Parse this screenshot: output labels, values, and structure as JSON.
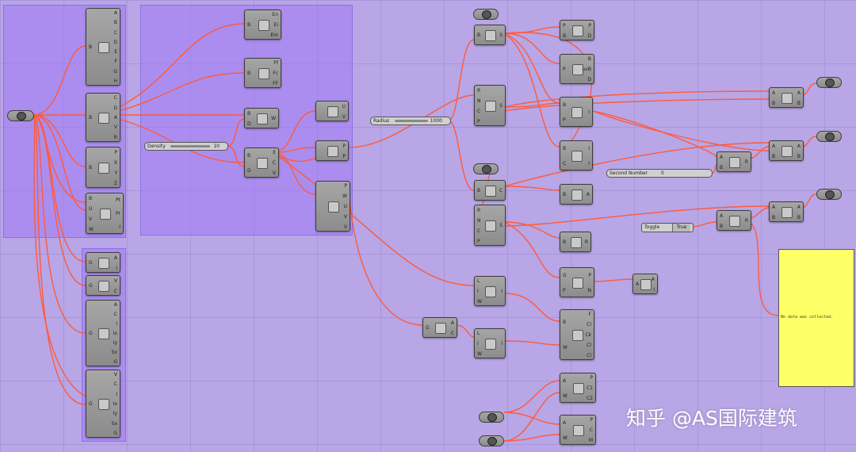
{
  "sliders": [
    {
      "id": "density",
      "label": "Density",
      "value": "10"
    },
    {
      "id": "radius",
      "label": "Radius",
      "value": "1000"
    },
    {
      "id": "second-number",
      "label": "Second Number",
      "value": "0"
    }
  ],
  "toggle": {
    "label": "Toggle",
    "value": "True"
  },
  "panel": {
    "text": "No data was collected."
  },
  "watermark": {
    "text": "知乎 @AS国际建筑"
  },
  "colors": {
    "canvas": "#b8a6e6",
    "group": "#a67ef5",
    "wire": "#ff5a3c",
    "panel": "#ffff66",
    "component": "#9a9a9a"
  },
  "components": [
    {
      "id": "c1",
      "inputs": [
        "B"
      ],
      "outputs": [
        "A",
        "B",
        "C",
        "D",
        "E",
        "F",
        "G",
        "H"
      ]
    },
    {
      "id": "c2",
      "inputs": [
        "B"
      ],
      "outputs": [
        "C",
        "D",
        "A",
        "V",
        "R"
      ]
    },
    {
      "id": "c3",
      "inputs": [
        "B"
      ],
      "outputs": [
        "P",
        "X",
        "Y",
        "Z"
      ]
    },
    {
      "id": "c4",
      "inputs": [
        "B",
        "U",
        "V",
        "W"
      ],
      "outputs": [
        "Pt",
        "Pr",
        "I"
      ]
    },
    {
      "id": "c5",
      "inputs": [
        "G"
      ],
      "outputs": [
        "A",
        "I"
      ]
    },
    {
      "id": "c6",
      "inputs": [
        "G"
      ],
      "outputs": [
        "V",
        "C"
      ]
    },
    {
      "id": "c7",
      "inputs": [
        "G"
      ],
      "outputs": [
        "A",
        "C",
        "I",
        "Ix",
        "Iy",
        "Sx",
        "G"
      ]
    },
    {
      "id": "c8",
      "inputs": [
        "G"
      ],
      "outputs": [
        "V",
        "C",
        "I",
        "Ix",
        "Iy",
        "Sx",
        "G"
      ]
    },
    {
      "id": "c9",
      "inputs": [
        "B"
      ],
      "outputs": [
        "En",
        "Ei",
        "Em"
      ]
    },
    {
      "id": "c10",
      "inputs": [
        "B"
      ],
      "outputs": [
        "Ff",
        "Fc",
        "FF"
      ]
    },
    {
      "id": "c11",
      "inputs": [
        "B",
        "D"
      ],
      "outputs": [
        "W"
      ]
    },
    {
      "id": "c12",
      "inputs": [
        "B",
        "D"
      ],
      "outputs": [
        "E",
        "C",
        "V"
      ]
    },
    {
      "id": "c13",
      "inputs": [],
      "outputs": [
        "U",
        "V"
      ]
    },
    {
      "id": "c14",
      "inputs": [
        "",
        ""
      ],
      "outputs": [
        "P",
        "P"
      ]
    },
    {
      "id": "c15",
      "inputs": [],
      "outputs": [
        "P",
        "W",
        "U",
        "V",
        "V"
      ]
    },
    {
      "id": "c16",
      "inputs": [
        "B"
      ],
      "outputs": [
        "S"
      ]
    },
    {
      "id": "c17",
      "inputs": [
        "R",
        "N",
        "C",
        "P"
      ],
      "outputs": [
        "S"
      ]
    },
    {
      "id": "c18",
      "inputs": [
        "B"
      ],
      "outputs": [
        "C"
      ]
    },
    {
      "id": "c19",
      "inputs": [
        "R",
        "N",
        "C",
        "P"
      ],
      "outputs": [
        "S"
      ]
    },
    {
      "id": "c20",
      "inputs": [
        "P",
        "B"
      ],
      "outputs": [
        "P",
        "D"
      ]
    },
    {
      "id": "c21",
      "inputs": [
        "P"
      ],
      "outputs": [
        "B",
        "uvB",
        "D"
      ]
    },
    {
      "id": "c22",
      "inputs": [
        "B",
        "P"
      ],
      "outputs": [
        "I"
      ]
    },
    {
      "id": "c23",
      "inputs": [
        "B",
        "C"
      ],
      "outputs": [
        "I",
        "I"
      ]
    },
    {
      "id": "c24",
      "inputs": [
        "B"
      ],
      "outputs": [
        "A"
      ]
    },
    {
      "id": "c25",
      "inputs": [
        "B"
      ],
      "outputs": [
        "R"
      ]
    },
    {
      "id": "c26",
      "inputs": [
        "G",
        "P"
      ],
      "outputs": [
        "P",
        "N"
      ]
    },
    {
      "id": "c27",
      "inputs": [
        "L",
        "I",
        "W"
      ],
      "outputs": [
        "I"
      ]
    },
    {
      "id": "c28",
      "inputs": [
        "G"
      ],
      "outputs": [
        "A",
        "C"
      ]
    },
    {
      "id": "c29",
      "inputs": [
        "L",
        "I",
        "W"
      ],
      "outputs": [
        "I"
      ]
    },
    {
      "id": "c30",
      "inputs": [
        "B",
        "W"
      ],
      "outputs": [
        "F",
        "Cl",
        "Ck",
        "Cl",
        "Cl"
      ]
    },
    {
      "id": "c31",
      "inputs": [
        "A",
        "B"
      ],
      "outputs": [
        "A",
        "B"
      ]
    },
    {
      "id": "c32",
      "inputs": [
        "A",
        "B"
      ],
      "outputs": [
        "R"
      ]
    },
    {
      "id": "c33",
      "inputs": [
        "A",
        "B"
      ],
      "outputs": [
        "R"
      ]
    },
    {
      "id": "c34",
      "inputs": [
        "A",
        "B"
      ],
      "outputs": [
        "A",
        "B"
      ]
    },
    {
      "id": "c35",
      "inputs": [
        "A",
        "B"
      ],
      "outputs": [
        "A",
        "B"
      ]
    },
    {
      "id": "c36",
      "inputs": [
        "A"
      ],
      "outputs": [
        "A",
        "I"
      ]
    },
    {
      "id": "c37",
      "inputs": [
        "A",
        "W"
      ],
      "outputs": [
        "P",
        "C1",
        "C2"
      ]
    },
    {
      "id": "c38",
      "inputs": [
        "A",
        "W"
      ],
      "outputs": [
        "P",
        "C",
        "M"
      ]
    }
  ]
}
